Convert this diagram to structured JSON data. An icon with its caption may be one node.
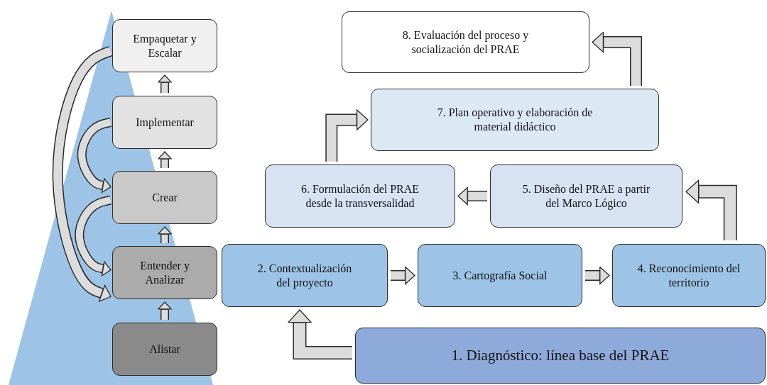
{
  "diagram": {
    "nodes": [
      {
        "text": [
          "Empaquetar y Escalar"
        ]
      },
      {
        "text": [
          "Implementar"
        ]
      },
      {
        "text": [
          "Crear"
        ]
      },
      {
        "text": [
          "Entender y Analizar"
        ]
      },
      {
        "text": [
          "Alistar"
        ]
      },
      {
        "text": [
          "1. Diagnóstico: línea base del PRAE"
        ]
      },
      {
        "text": [
          "2. Contextualización del proyecto"
        ]
      },
      {
        "text": [
          "3. Cartografía Social"
        ]
      },
      {
        "text": [
          "4. Reconocimiento del territorio"
        ]
      },
      {
        "text": [
          "5. Diseño del PRAE a partir del Marco Lógico"
        ]
      },
      {
        "text": [
          "6. Formulación del PRAE desde la transversalidad"
        ]
      },
      {
        "text": [
          "7. Plan operativo y elaboración de material didáctico"
        ]
      },
      {
        "text": [
          "8. Evaluación del proceso y socialización del PRAE"
        ]
      }
    ],
    "edges": [
      {
        "from": 4,
        "to": 3,
        "arrow": "to"
      },
      {
        "from": 3,
        "to": 2,
        "arrow": "to"
      },
      {
        "from": 2,
        "to": 1,
        "arrow": "to"
      },
      {
        "from": 1,
        "to": 0,
        "arrow": "to"
      },
      {
        "from": 0,
        "to": 3,
        "arrow": "to"
      },
      {
        "from": 1,
        "to": 2,
        "arrow": "to"
      },
      {
        "from": 2,
        "to": 3,
        "arrow": "to"
      },
      {
        "from": 5,
        "to": 6,
        "arrow": "to"
      },
      {
        "from": 6,
        "to": 7,
        "arrow": "to"
      },
      {
        "from": 7,
        "to": 8,
        "arrow": "to"
      },
      {
        "from": 8,
        "to": 9,
        "arrow": "to"
      },
      {
        "from": 9,
        "to": 10,
        "arrow": "to"
      },
      {
        "from": 10,
        "to": 11,
        "arrow": "to"
      },
      {
        "from": 11,
        "to": 12,
        "arrow": "to"
      }
    ]
  }
}
